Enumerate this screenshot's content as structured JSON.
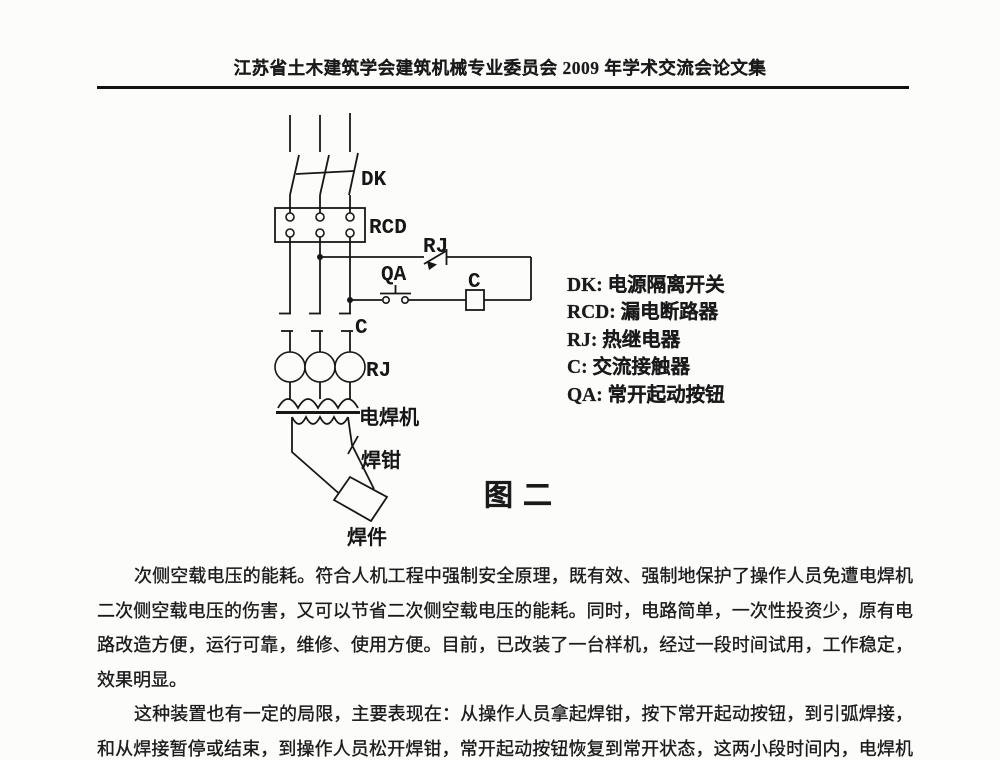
{
  "header": {
    "title": "江苏省土木建筑学会建筑机械专业委员会 2009 年学术交流会论文集"
  },
  "diagram": {
    "labels": {
      "dk": "DK",
      "rcd": "RCD",
      "rj_contact": "RJ",
      "qa": "QA",
      "c_coil": "C",
      "c_main_contacts": "C",
      "rj_heaters": "RJ",
      "welder": "电焊机",
      "clamp": "焊钳",
      "workpiece": "焊件"
    },
    "caption": "图二",
    "legend": [
      "DK: 电源隔离开关",
      "RCD: 漏电断路器",
      "RJ: 热继电器",
      "C: 交流接触器",
      "QA: 常开起动按钮"
    ]
  },
  "body": {
    "lines": [
      "次侧空载电压的能耗。符合人机工程中强制安全原理，既有效、强制地保护了操作人员免遭电焊机",
      "二次侧空载电压的伤害，又可以节省二次侧空载电压的能耗。同时，电路简单，一次性投资少，原有电",
      "路改造方便，运行可靠，维修、使用方便。目前，已改装了一台样机，经过一段时间试用，工作稳定，",
      "效果明显。",
      "这种装置也有一定的局限，主要表现在：从操作人员拿起焊钳，按下常开起动按钮，到引弧焊接，",
      "和从焊接暂停或结束，到操作人员松开焊钳，常开起动按钮恢复到常开状态，这两小段时间内，电焊机"
    ]
  }
}
